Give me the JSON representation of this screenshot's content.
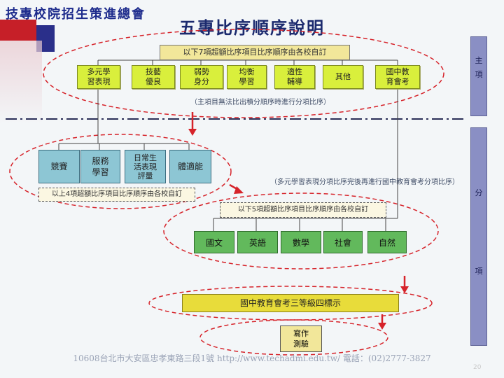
{
  "header": {
    "org": "技專校院招生策進總會"
  },
  "title": "五專比序順序說明",
  "main_section": {
    "banner": "以下7項超額比序項目比序順序由各校自訂",
    "items": [
      "多元學\n習表現",
      "技藝\n優良",
      "弱勢\n身分",
      "均衡\n學習",
      "適性\n輔導",
      "其他",
      "國中教\n育會考"
    ],
    "note": "（主項目無法比出積分順序時進行分項比序）"
  },
  "sub_section": {
    "items": [
      "競賽",
      "服務\n學習",
      "日常生\n活表現\n評量",
      "體適能"
    ],
    "banner": "以上4項超額比序項目比序順序由各校自訂",
    "note": "（多元學習表現分項比序完後再進行國中教育會考分項比序）"
  },
  "subject_section": {
    "banner": "以下5項超額比序項目比序順序由各校自訂",
    "items": [
      "國文",
      "英語",
      "數學",
      "社會",
      "自然"
    ]
  },
  "exam_bar": "國中教育會考三等級四標示",
  "writing_box": "寫作\n測驗",
  "side_labels": {
    "main": "主\n項",
    "sub": "分\n\n\n\n\n\n\n\n項"
  },
  "footer": "10608台北市大安區忠孝東路三段1號 http://www.techadmi.edu.tw/ 電話：(02)2777-3827",
  "page_number": "20"
}
